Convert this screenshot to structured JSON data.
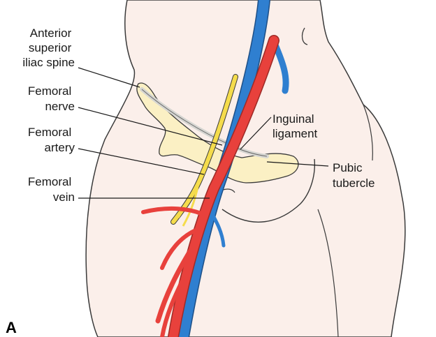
{
  "figure": {
    "panel_letter": "A",
    "labels": {
      "asis": [
        "Anterior",
        "superior",
        "iliac spine"
      ],
      "femoral_nerve": [
        "Femoral",
        "nerve"
      ],
      "femoral_artery": [
        "Femoral",
        "artery"
      ],
      "femoral_vein": [
        "Femoral",
        "vein"
      ],
      "inguinal_ligament": [
        "Inguinal",
        "ligament"
      ],
      "pubic_tubercle": [
        "Pubic",
        "tubercle"
      ]
    }
  },
  "colors": {
    "skin": "#fbefea",
    "skin_outline": "#3a3a3a",
    "bone": "#fbf0c4",
    "artery": "#e8413c",
    "vein": "#2f7fd0",
    "nerve": "#f5dc4c",
    "ligament": "#d6d6d2"
  }
}
